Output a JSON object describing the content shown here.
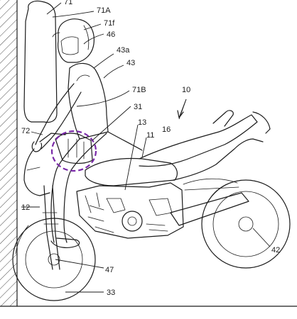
{
  "refs": {
    "r71": "71",
    "r71A": "71A",
    "r71f": "71f",
    "r46": "46",
    "r43a": "43a",
    "r43": "43",
    "r71B": "71B",
    "r10": "10",
    "r31": "31",
    "r72": "72",
    "r13": "13",
    "r16": "16",
    "r11": "11",
    "r12": "12",
    "r42": "42",
    "r47": "47",
    "r33": "33"
  },
  "colors": {
    "line": "#1b1b1b",
    "highlight": "#7a2aa8",
    "background": "#ffffff"
  }
}
